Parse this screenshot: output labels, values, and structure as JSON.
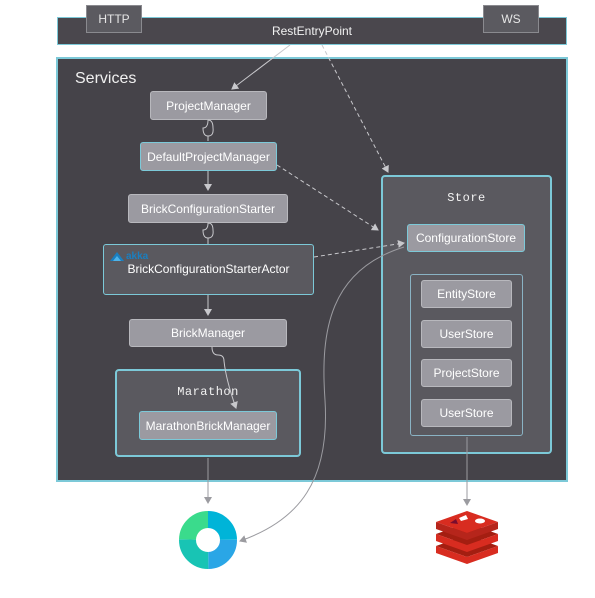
{
  "header": {
    "left_tab": "HTTP",
    "right_tab": "WS",
    "entry_point": "RestEntryPoint"
  },
  "services": {
    "title": "Services",
    "project_manager": "ProjectManager",
    "default_project_manager": "DefaultProjectManager",
    "brick_configuration_starter": "BrickConfigurationStarter",
    "actor_badge": "akka",
    "brick_configuration_starter_actor": "BrickConfigurationStarterActor",
    "brick_manager": "BrickManager",
    "marathon": {
      "title": "Marathon",
      "brick_manager": "MarathonBrickManager"
    },
    "store": {
      "title": "Store",
      "configuration_store": "ConfigurationStore",
      "stores": [
        "EntityStore",
        "UserStore",
        "ProjectStore",
        "UserStore"
      ]
    }
  },
  "icons": {
    "external_left": "circular-ring-logo-icon",
    "external_right": "redis-stack-icon"
  },
  "colors": {
    "highlight_border": "#7cc9d8",
    "panel_background": "#454349",
    "node_fill": "#9b9aa1",
    "redis_red": "#d82c20"
  }
}
